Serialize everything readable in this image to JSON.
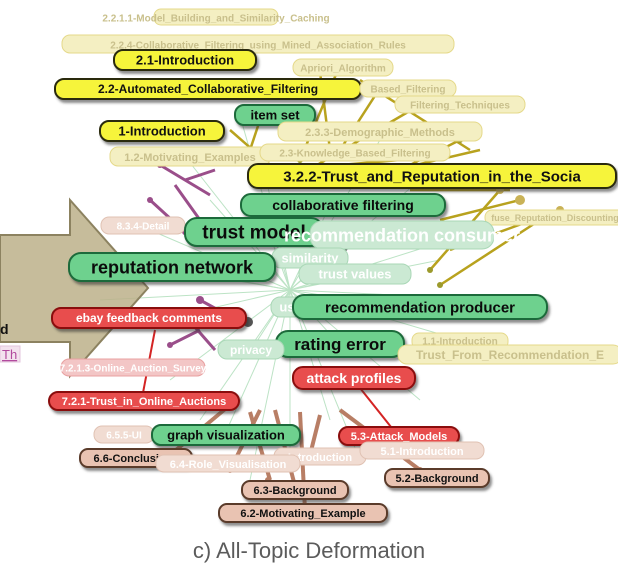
{
  "caption": "c)  All-Topic Deformation",
  "colors": {
    "yellow_fill": "#f6f43a",
    "yellow_faded": "#f4efc2",
    "green_fill": "#6ed18e",
    "green_faded": "#cbe9d3",
    "red_fill": "#e84d4d",
    "red_faded": "#f3c6c6",
    "brown_fill": "#e9c3b2",
    "brown_faded": "#f1dcd2",
    "yellow_edge": "#b8a21e",
    "green_edge": "#b5e0bf",
    "purple_edge": "#9a4e8a",
    "brown_edge": "#b87e65",
    "arrow_fill": "#bcb08a"
  },
  "left_fragments": {
    "frag_a": "d",
    "frag_b": "Th"
  },
  "labels": [
    {
      "id": "l1",
      "text": "2.2.1.1-Model_Building_and_Similarity_Caching",
      "tone": "yellow-faded",
      "size": 10
    },
    {
      "id": "l2",
      "text": "2.2.4-Collaborative_Filtering_using_Mined_Association_Rules",
      "tone": "yellow-faded",
      "size": 10
    },
    {
      "id": "l3",
      "text": "2.1-Introduction",
      "tone": "yellow",
      "size": 13
    },
    {
      "id": "l4",
      "text": "Apriori_Algorithm",
      "tone": "yellow-faded",
      "size": 10
    },
    {
      "id": "l5",
      "text": "2.2-Automated_Collaborative_Filtering",
      "tone": "yellow",
      "size": 12
    },
    {
      "id": "l6",
      "text": "Based_Filtering",
      "tone": "yellow-faded",
      "size": 10
    },
    {
      "id": "l7",
      "text": "item set",
      "tone": "green",
      "size": 13
    },
    {
      "id": "l8",
      "text": "Filtering_Techniques",
      "tone": "yellow-faded",
      "size": 10
    },
    {
      "id": "l9",
      "text": "1-Introduction",
      "tone": "yellow",
      "size": 13
    },
    {
      "id": "l10",
      "text": "2.3.3-Demographic_Methods",
      "tone": "yellow-faded",
      "size": 11
    },
    {
      "id": "l11",
      "text": "1.2-Motivating_Examples",
      "tone": "yellow-faded",
      "size": 11
    },
    {
      "id": "l12",
      "text": "2.3-Knowledge_Based_Filtering",
      "tone": "yellow-faded",
      "size": 10
    },
    {
      "id": "l13",
      "text": "3.2.2-Trust_and_Reputation_in_the_Socia",
      "tone": "yellow",
      "size": 15
    },
    {
      "id": "l14",
      "text": "collaborative filtering",
      "tone": "green",
      "size": 14
    },
    {
      "id": "l15",
      "text": "8.3.4-Detail",
      "tone": "brown-faded",
      "size": 10
    },
    {
      "id": "l16",
      "text": "trust model",
      "tone": "green",
      "size": 19
    },
    {
      "id": "l17",
      "text": "recommendation consumer",
      "tone": "green-faded",
      "size": 18
    },
    {
      "id": "l18",
      "text": "similarity",
      "tone": "green-faded",
      "size": 13
    },
    {
      "id": "l19",
      "text": "reputation network",
      "tone": "green",
      "size": 18
    },
    {
      "id": "l20",
      "text": "trust values",
      "tone": "green-faded",
      "size": 13
    },
    {
      "id": "l21",
      "text": "recommendation producer",
      "tone": "green",
      "size": 15
    },
    {
      "id": "l22",
      "text": "ebay feedback comments",
      "tone": "red",
      "size": 12
    },
    {
      "id": "l23",
      "text": "rating error",
      "tone": "green",
      "size": 17
    },
    {
      "id": "l24",
      "text": "privacy",
      "tone": "green-faded",
      "size": 12
    },
    {
      "id": "l25",
      "text": "1.1-Introduction",
      "tone": "yellow-faded",
      "size": 10
    },
    {
      "id": "l26",
      "text": "Trust_From_Recommendation_E",
      "tone": "yellow-faded",
      "size": 12
    },
    {
      "id": "l27",
      "text": "7.2.1.3-Online_Auction_Survey",
      "tone": "red-faded",
      "size": 10
    },
    {
      "id": "l28",
      "text": "attack profiles",
      "tone": "red",
      "size": 14
    },
    {
      "id": "l29",
      "text": "7.2.1-Trust_in_Online_Auctions",
      "tone": "red",
      "size": 11
    },
    {
      "id": "l30",
      "text": "6.5.5-UI",
      "tone": "brown-faded",
      "size": 10
    },
    {
      "id": "l31",
      "text": "graph visualization",
      "tone": "green",
      "size": 13
    },
    {
      "id": "l32",
      "text": "5.3-Attack_Models",
      "tone": "red",
      "size": 11
    },
    {
      "id": "l33",
      "text": "Introduction",
      "tone": "brown-faded",
      "size": 11
    },
    {
      "id": "l34",
      "text": "5.1-Introduction",
      "tone": "brown-faded",
      "size": 11
    },
    {
      "id": "l35",
      "text": "6.6-Conclusions",
      "tone": "brown",
      "size": 11
    },
    {
      "id": "l36",
      "text": "6.4-Role_Visualisation",
      "tone": "brown-faded",
      "size": 11
    },
    {
      "id": "l37",
      "text": "5.2-Background",
      "tone": "brown",
      "size": 11
    },
    {
      "id": "l38",
      "text": "6.3-Background",
      "tone": "brown",
      "size": 11
    },
    {
      "id": "l39",
      "text": "6.2-Motivating_Example",
      "tone": "brown",
      "size": 11
    },
    {
      "id": "l40",
      "text": "fuse_Reputation_Discounting",
      "tone": "yellow-faded",
      "size": 9
    },
    {
      "id": "l41",
      "text": "us",
      "tone": "green-faded",
      "size": 13
    }
  ]
}
